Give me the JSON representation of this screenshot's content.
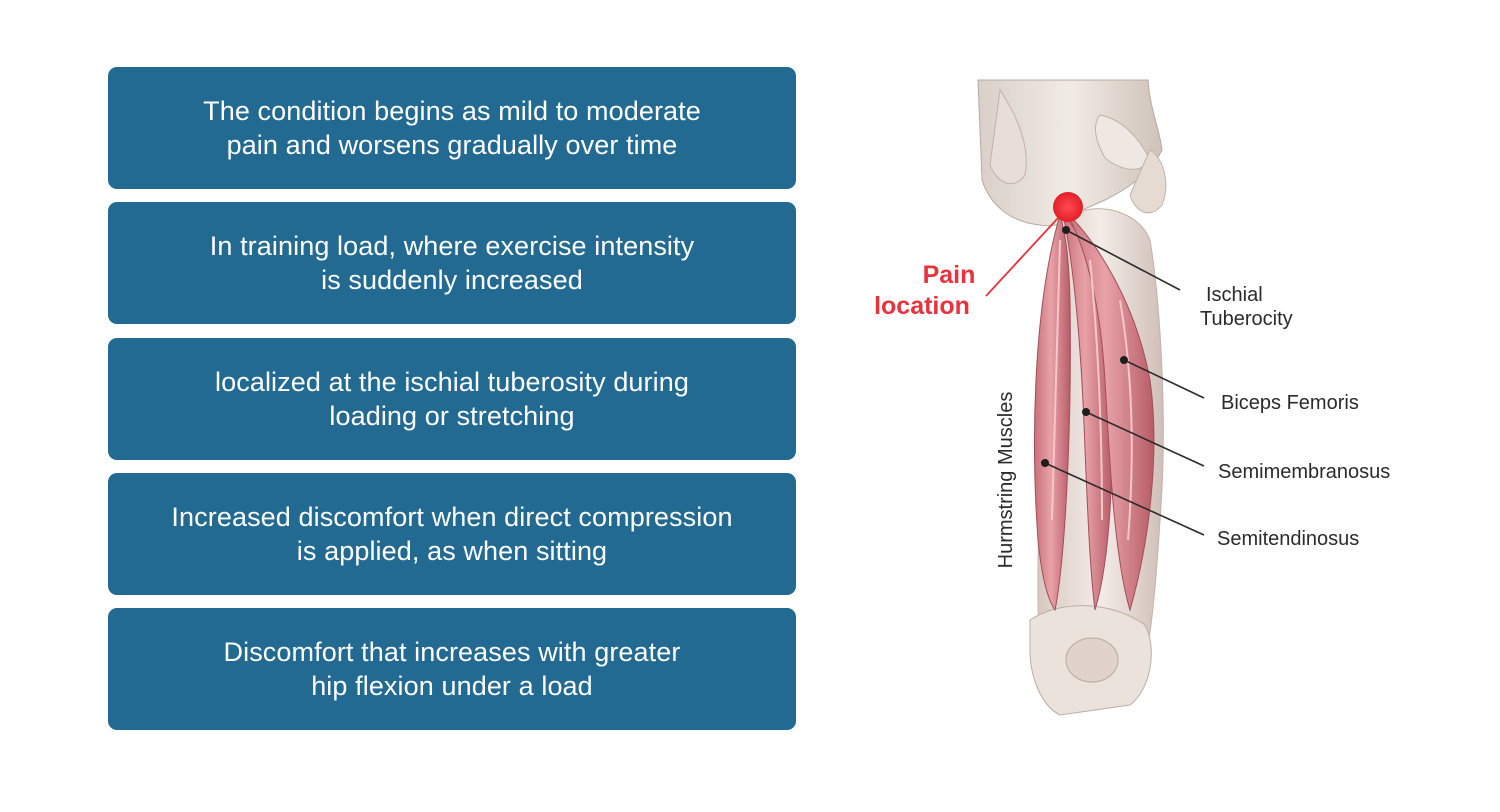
{
  "symptoms": [
    {
      "text": "The condition begins as mild to moderate\npain and worsens gradually over time"
    },
    {
      "text": "In training load, where exercise intensity\nis suddenly increased"
    },
    {
      "text": "localized at the ischial tuberosity during\nloading or stretching"
    },
    {
      "text": "Increased discomfort when direct compression\nis applied, as when sitting"
    },
    {
      "text": "Discomfort that increases with greater\nhip flexion under a load"
    }
  ],
  "diagram": {
    "pain_label_line1": "Pain",
    "pain_label_line2": "location",
    "ischial_line1": "Ischial",
    "ischial_line2": "Tuberocity",
    "biceps": "Biceps Femoris",
    "semimembranosus": "Semimembranosus",
    "semitendinosus": "Semitendinosus",
    "muscle_group": "Hurmstring Muscles"
  },
  "colors": {
    "card_bg": "#236a92",
    "card_text": "#ffffff",
    "pain_red": "#e8323c",
    "label_text": "#2b2b2b"
  }
}
